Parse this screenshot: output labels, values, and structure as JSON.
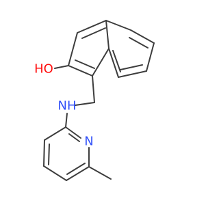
{
  "molecule": {
    "labels": {
      "hydroxyl": "HO",
      "amine": "NH",
      "pyridine_n": "N"
    },
    "colors": {
      "bond": "#3d3d3d",
      "oxygen": "#ff0d0d",
      "nitrogen": "#3050f8"
    }
  }
}
